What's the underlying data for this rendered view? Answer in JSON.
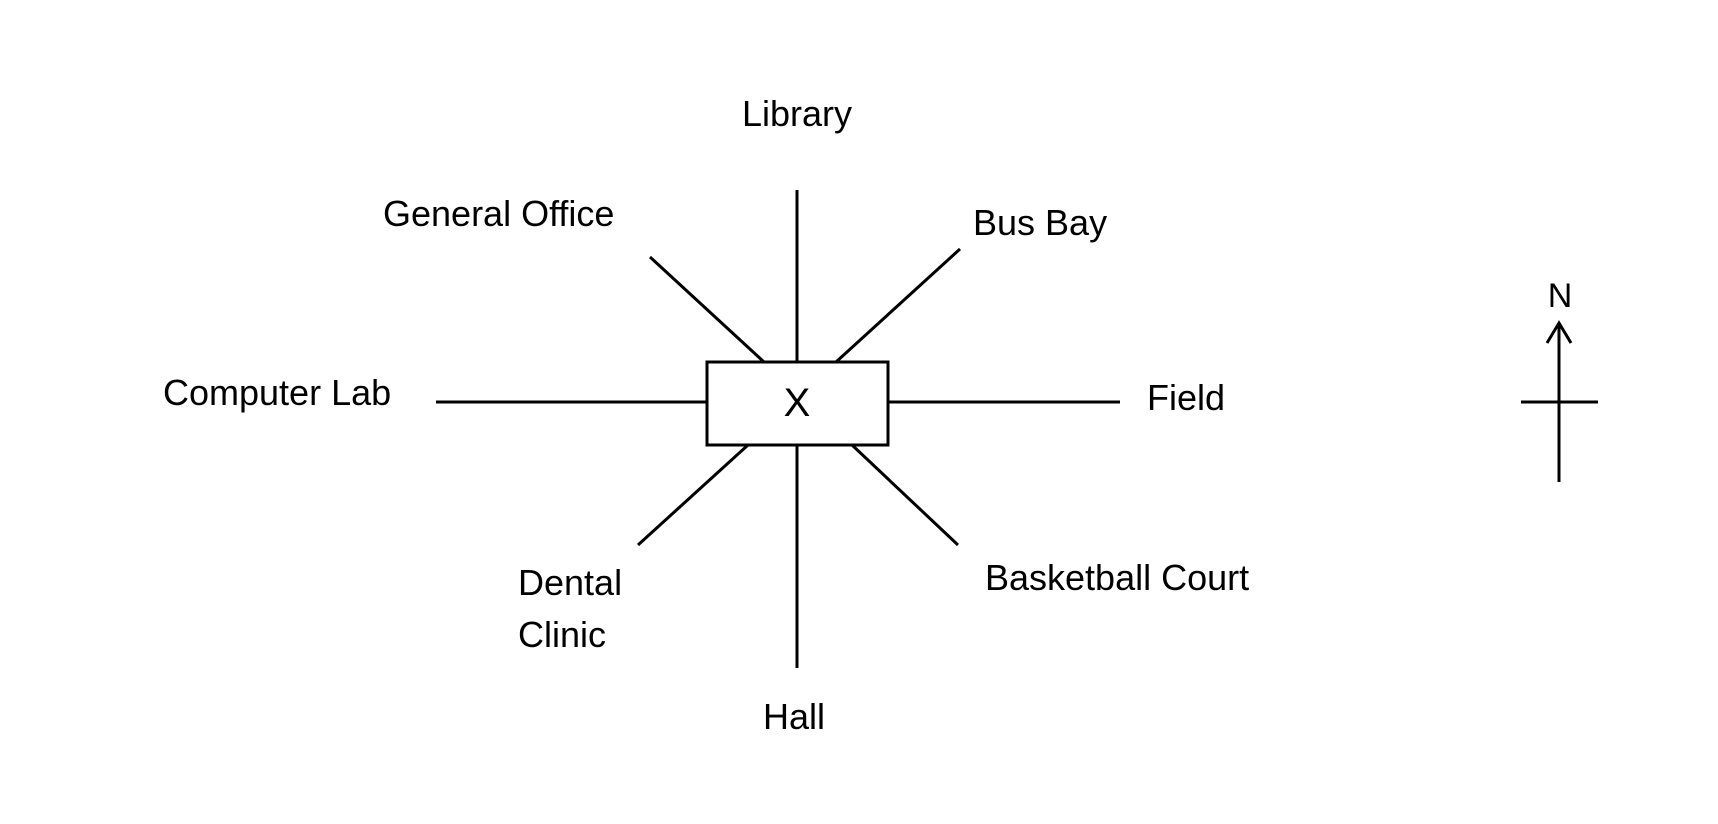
{
  "center": {
    "label": "X"
  },
  "locations": {
    "north": "Library",
    "northeast": "Bus Bay",
    "east": "Field",
    "southeast": "Basketball Court",
    "south": "Hall",
    "southwest_line1": "Dental",
    "southwest_line2": "Clinic",
    "west": "Computer Lab",
    "northwest": "General Office"
  },
  "compass": {
    "label": "N"
  }
}
